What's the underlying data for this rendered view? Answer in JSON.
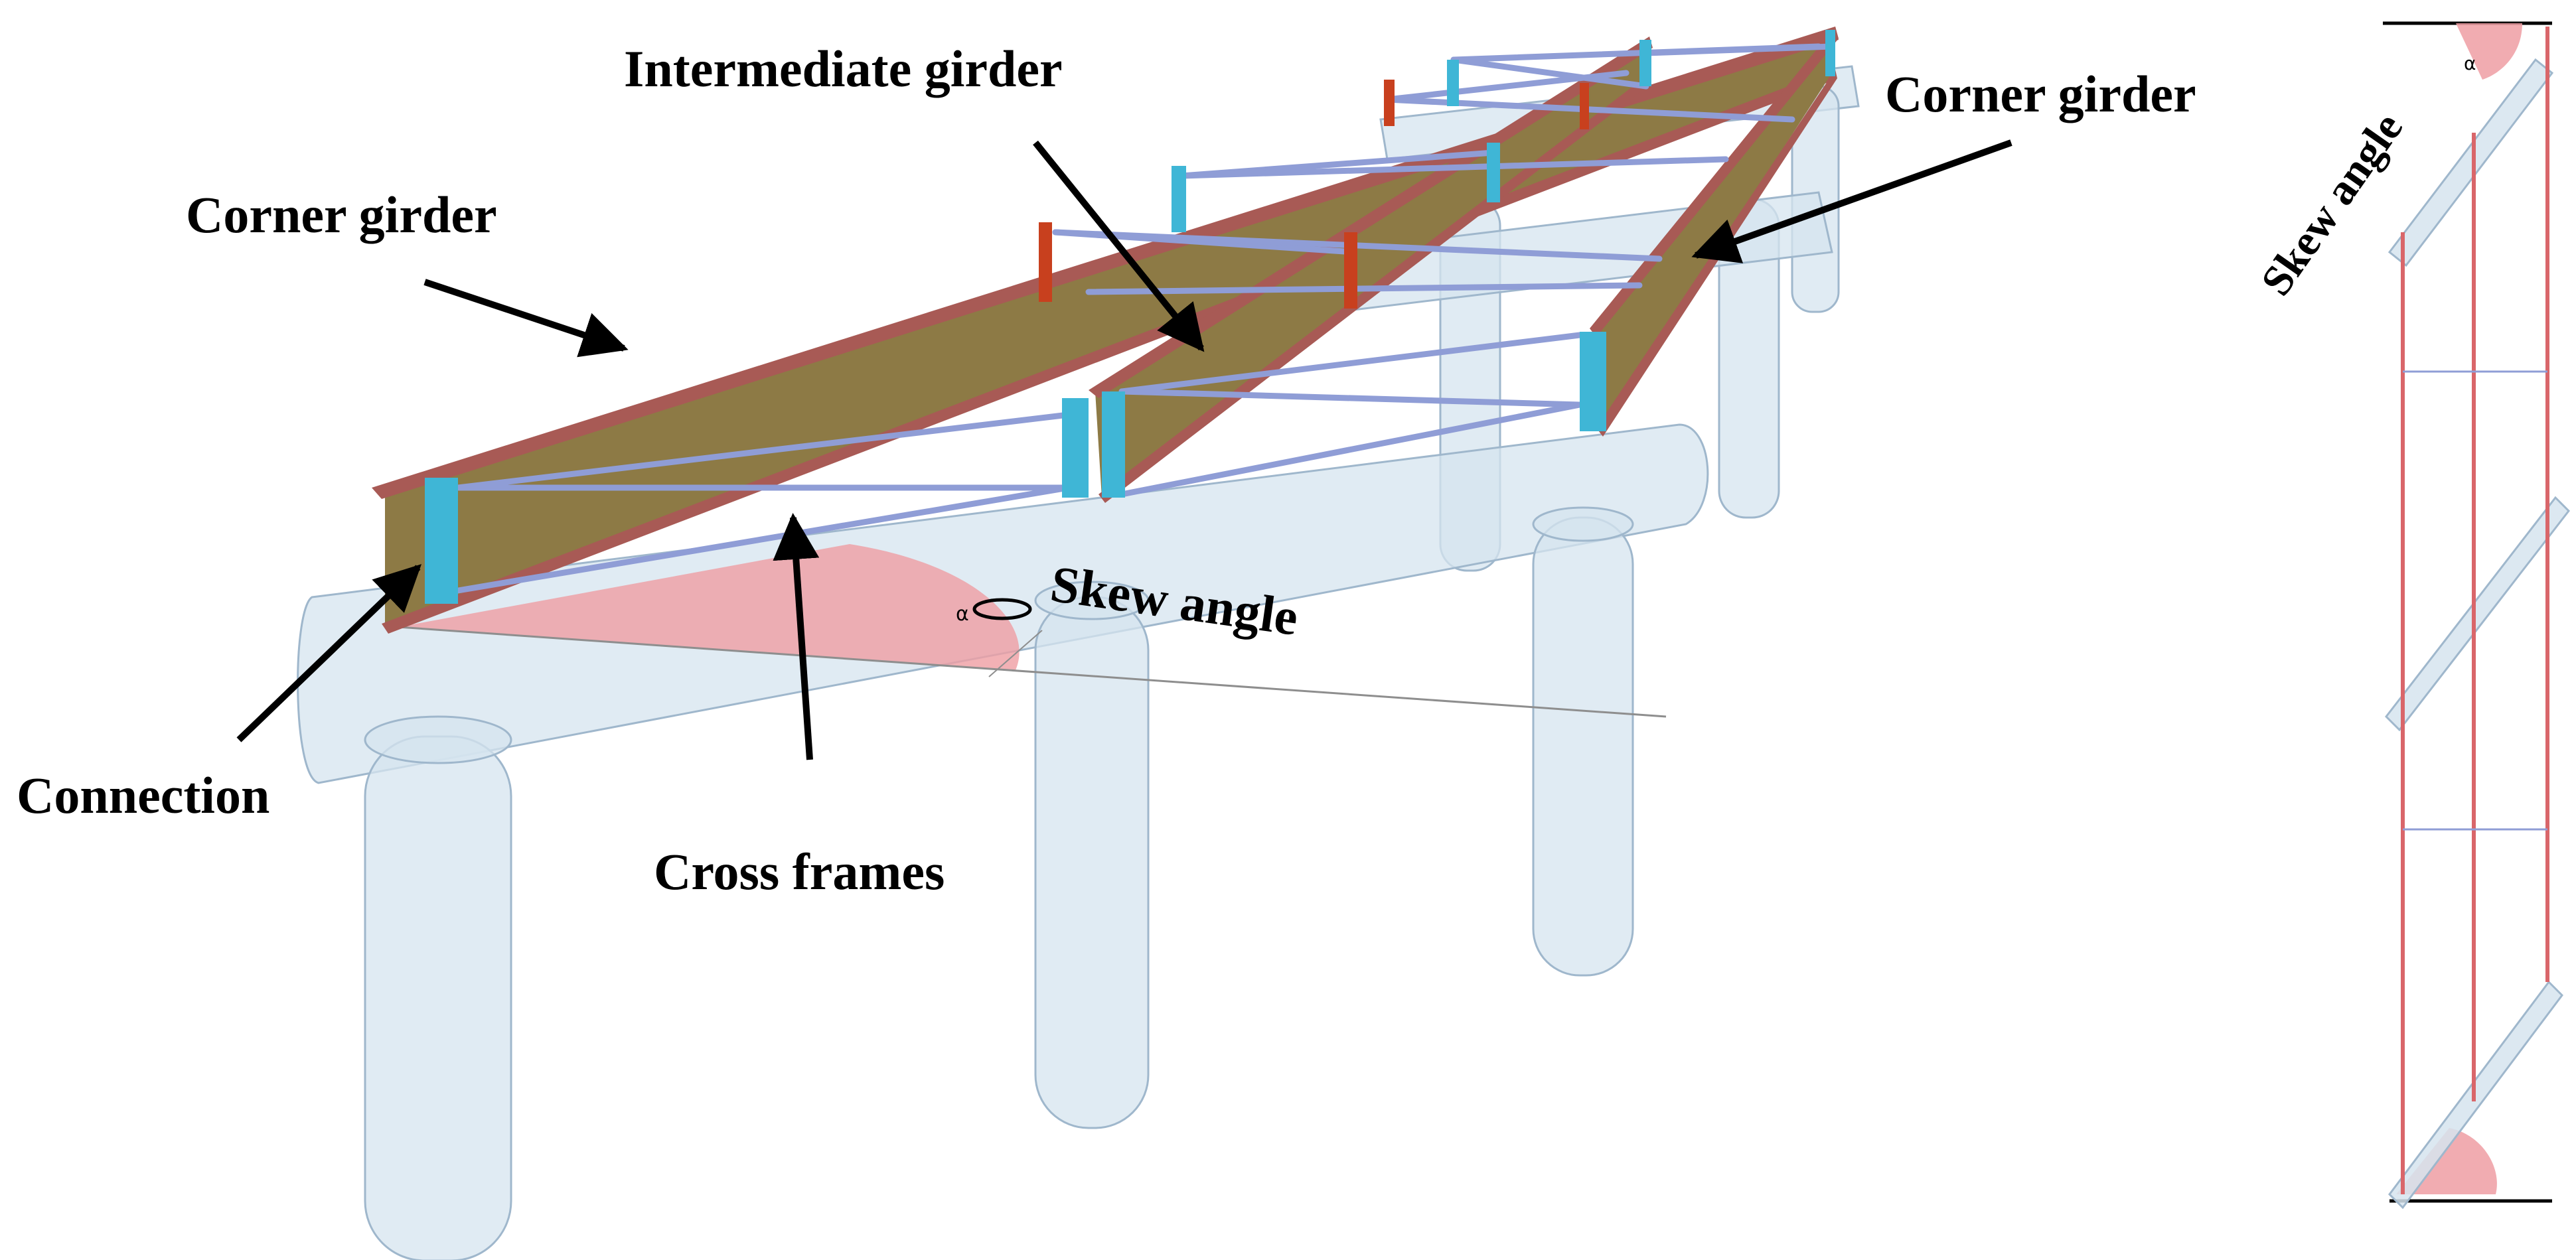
{
  "labels": {
    "corner_girder_left": "Corner girder",
    "corner_girder_right": "Corner girder",
    "intermediate_girder": "Intermediate girder",
    "connection": "Connection",
    "cross_frames": "Cross frames",
    "skew_angle_main": "Skew angle",
    "skew_angle_plan": "Skew angle",
    "alpha_symbol_main": "α",
    "alpha_symbol_plan": "α"
  },
  "colors": {
    "girder_web": "#8d7a45",
    "girder_flange": "#a85a55",
    "cross_frame": "#8f9dd6",
    "connection_plate": "#3fb6d6",
    "stiffener_red": "#c8401e",
    "pier": "#d6e4ef",
    "pier_stroke": "#9fb7cc",
    "skew_wedge": "#ef9ea3",
    "plan_line": "#d9666a",
    "arrow": "#000000"
  }
}
